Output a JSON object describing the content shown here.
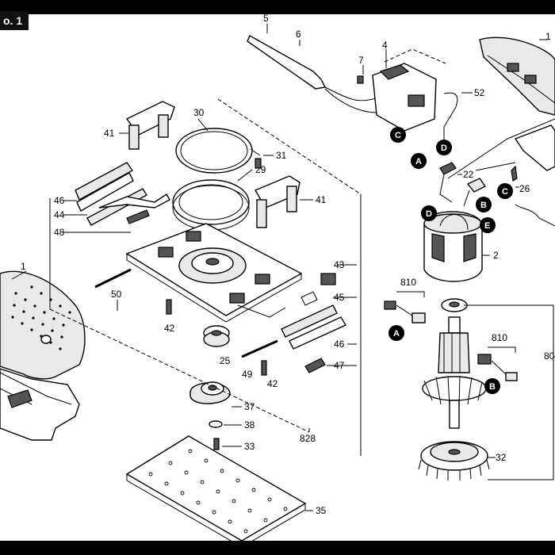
{
  "figure_tag": "o. 1",
  "labels": {
    "p1_top": "1",
    "p1_left": "1",
    "p2": "2",
    "p4": "4",
    "p5": "5",
    "p6": "6",
    "p7": "7",
    "p22": "22",
    "p25": "25",
    "p26": "26",
    "p29": "29",
    "p30": "30",
    "p31": "31",
    "p32": "32",
    "p33": "33",
    "p35": "35",
    "p37": "37",
    "p38": "38",
    "p41a": "41",
    "p41b": "41",
    "p42a": "42",
    "p42b": "42",
    "p43": "43",
    "p44": "44",
    "p45": "45",
    "p46a": "46",
    "p46b": "46",
    "p47": "47",
    "p48": "48",
    "p49": "49",
    "p50": "50",
    "p52": "52",
    "p80": "80",
    "p810a": "810",
    "p810b": "810",
    "p828": "828"
  },
  "callouts": {
    "A1": "A",
    "A2": "A",
    "B1": "B",
    "B2": "B",
    "C1": "C",
    "C2": "C",
    "D1": "D",
    "D2": "D",
    "E1": "E"
  }
}
